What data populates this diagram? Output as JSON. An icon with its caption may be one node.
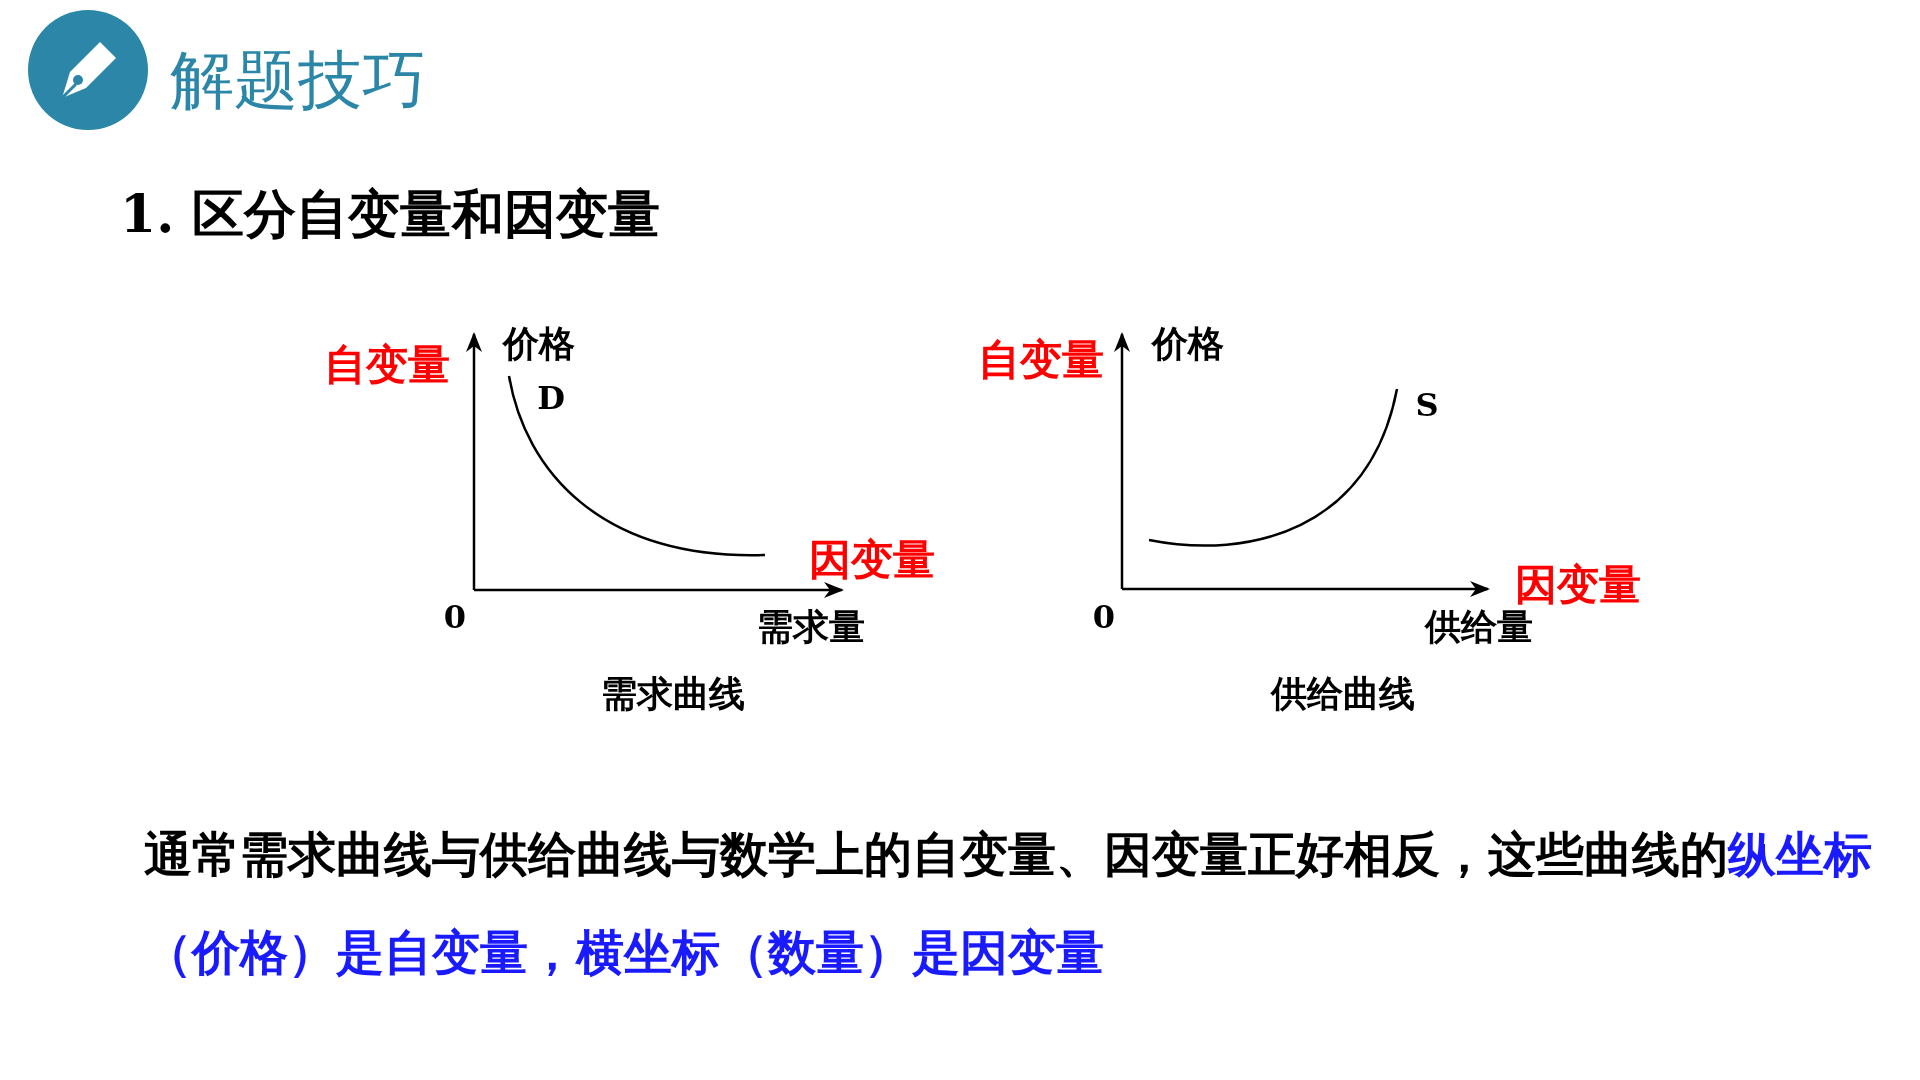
{
  "diagram": {
    "title": "解题技巧",
    "labels": [
      "1. 区分自变量和因变量",
      "自变量",
      "价格",
      "D",
      "自变量",
      "价格",
      "S",
      "因变量",
      "0",
      "需求量",
      "因变量",
      "0",
      "供给量",
      "需求曲线",
      "供给曲线",
      "通常需求曲线与供给曲线与数学上的自变量、因变量正好相反，这些曲线的",
      "纵坐标（价格）是自变量，横坐标（数量）是因变量"
    ]
  }
}
